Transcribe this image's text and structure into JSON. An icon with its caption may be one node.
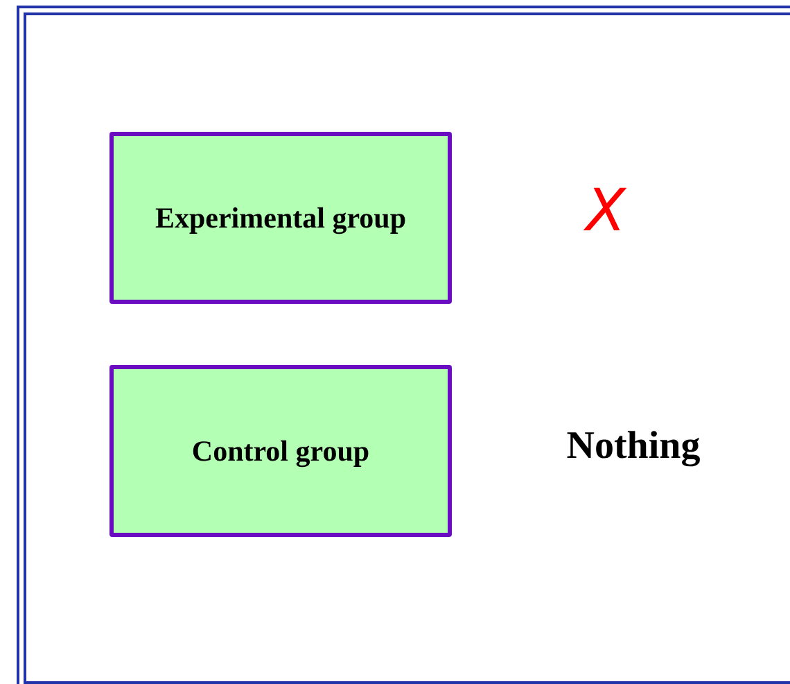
{
  "diagram": {
    "nodes": [
      {
        "text": [
          "Experimental group"
        ]
      },
      {
        "text": [
          "Control group"
        ]
      }
    ],
    "labels": [
      "X",
      "Nothing"
    ]
  }
}
